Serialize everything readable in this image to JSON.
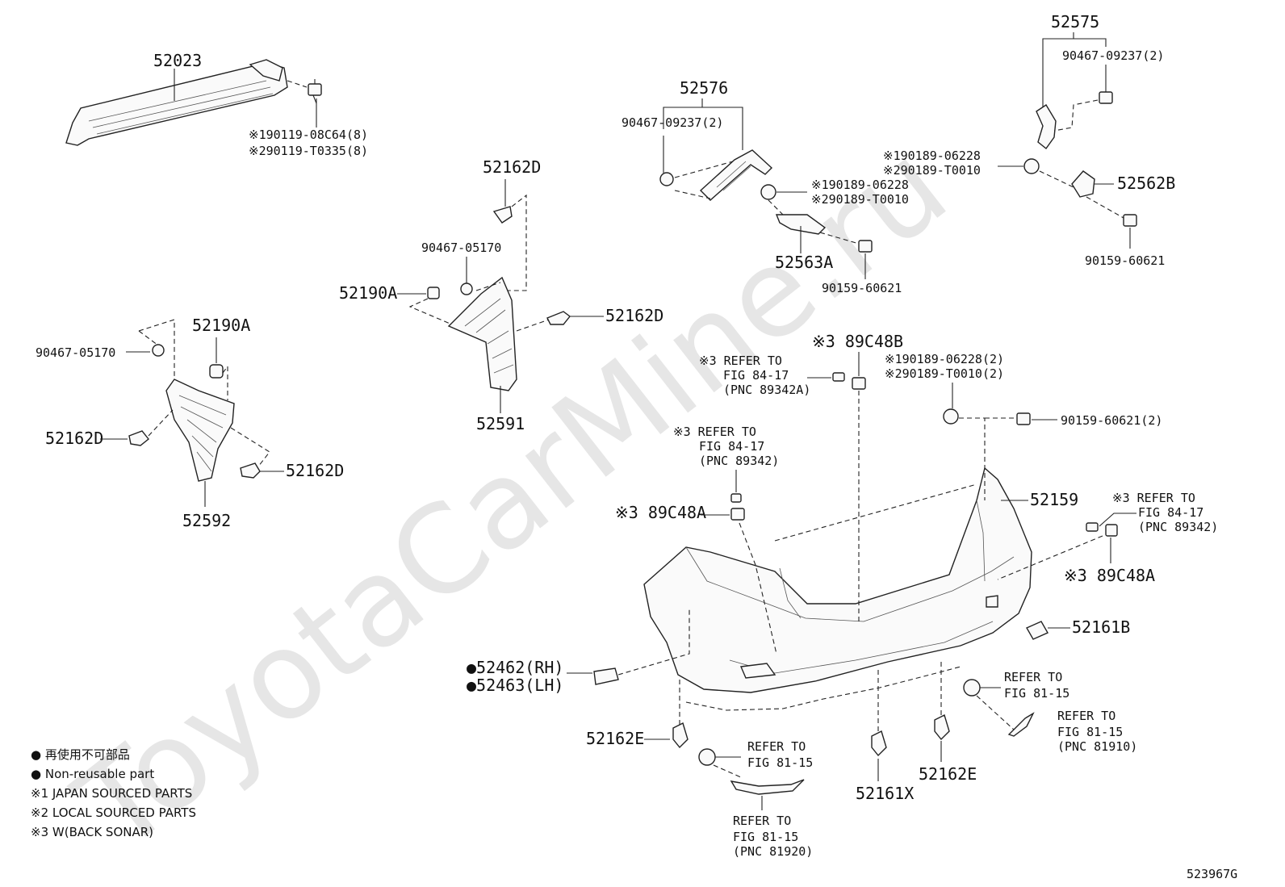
{
  "watermark": "ToyotaCarMine.ru",
  "diagram_code": "523967G",
  "labels": {
    "p52023": "52023",
    "p52023_bolt1": "※190119-08C64(8)",
    "p52023_bolt2": "※290119-T0335(8)",
    "p52576": "52576",
    "p52576_screw": "90467-09237(2)",
    "p52576_bolt1": "※190189-06228",
    "p52576_bolt2": "※290189-T0010",
    "p52563A": "52563A",
    "p52563A_bolt": "90159-60621",
    "p52575": "52575",
    "p52575_screw": "90467-09237(2)",
    "p52575_bolt1": "※190189-06228",
    "p52575_bolt2": "※290189-T0010",
    "p52562B": "52562B",
    "p52562B_bolt": "90159-60621",
    "p52162D_a": "52162D",
    "p90467_05170_a": "90467-05170",
    "p52190A_a": "52190A",
    "p52162D_b": "52162D",
    "p52591": "52591",
    "p90467_05170_b": "90467-05170",
    "p52190A_b": "52190A",
    "p52162D_c": "52162D",
    "p52162D_d": "52162D",
    "p52592": "52592",
    "p89C48B": "※3 89C48B",
    "ref1_l1": "※3 REFER TO",
    "ref1_l2": "FIG 84-17",
    "ref1_l3": "(PNC 89342A)",
    "bolt_pair1": "※190189-06228(2)",
    "bolt_pair2": "※290189-T0010(2)",
    "bolt_60621_2": "90159-60621(2)",
    "ref2_l1": "※3 REFER TO",
    "ref2_l2": "FIG 84-17",
    "ref2_l3": "(PNC 89342)",
    "p89C48A_left": "※3 89C48A",
    "p52159": "52159",
    "ref3_l1": "※3 REFER TO",
    "ref3_l2": "FIG 84-17",
    "ref3_l3": "(PNC 89342)",
    "p89C48A_right": "※3 89C48A",
    "p52161B": "52161B",
    "p52462": "●52462(RH)",
    "p52463": "●52463(LH)",
    "ref4_l1": "REFER TO",
    "ref4_l2": "FIG 81-15",
    "ref5_l1": "REFER TO",
    "ref5_l2": "FIG 81-15",
    "ref5_l3": "(PNC 81910)",
    "p52162E_left": "52162E",
    "ref6_l1": "REFER TO",
    "ref6_l2": "FIG 81-15",
    "ref7_l1": "REFER TO",
    "ref7_l2": "FIG 81-15",
    "ref7_l3": "(PNC 81920)",
    "p52161X": "52161X",
    "p52162E_right": "52162E"
  },
  "legend": {
    "line1": "● 再使用不可部品",
    "line2": "● Non-reusable part",
    "line3": "※1 JAPAN SOURCED PARTS",
    "line4": "※2 LOCAL SOURCED PARTS",
    "line5": "※3 W(BACK SONAR)"
  }
}
